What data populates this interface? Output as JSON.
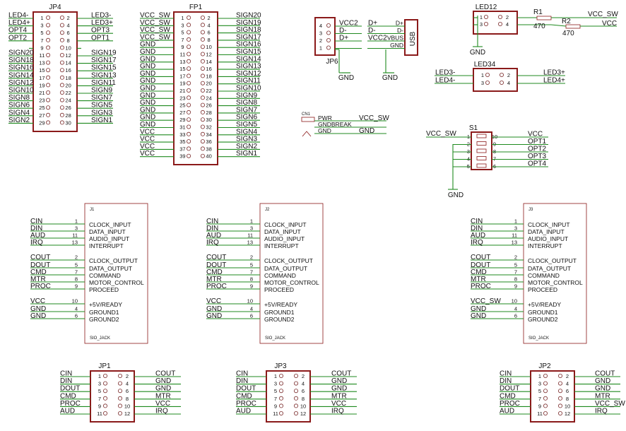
{
  "colors": {
    "wire": "#1f8a1f",
    "body": "#8b1a1a",
    "text": "#111111",
    "background": "#ffffff"
  },
  "jp4": {
    "title": "JP4",
    "left": [
      "LED4-",
      "LED4+",
      "OPT4",
      "OPT2",
      "",
      "SIGN20",
      "SIGN18",
      "SIGN16",
      "SIGN14",
      "SIGN12",
      "SIGN10",
      "SIGN8",
      "SIGN6",
      "SIGN4",
      "SIGN2"
    ],
    "right": [
      "LED3-",
      "LED3+",
      "OPT3",
      "OPT1",
      "",
      "SIGN19",
      "SIGN17",
      "SIGN15",
      "SIGN13",
      "SIGN11",
      "SIGN9",
      "SIGN7",
      "SIGN5",
      "SIGN3",
      "SIGN1"
    ],
    "pins_left": [
      "1",
      "3",
      "5",
      "7",
      "9",
      "11",
      "13",
      "15",
      "17",
      "19",
      "21",
      "23",
      "25",
      "27",
      "29"
    ],
    "pins_right": [
      "2",
      "4",
      "6",
      "8",
      "10",
      "12",
      "14",
      "16",
      "18",
      "20",
      "22",
      "24",
      "26",
      "28",
      "30"
    ]
  },
  "fp1": {
    "title": "FP1",
    "left": [
      "VCC_SW",
      "VCC_SW",
      "VCC_SW",
      "VCC_SW",
      "GND",
      "GND",
      "GND",
      "GND",
      "GND",
      "GND",
      "GND",
      "GND",
      "GND",
      "GND",
      "GND",
      "GND",
      "VCC",
      "VCC",
      "VCC",
      "VCC"
    ],
    "right": [
      "SIGN20",
      "SIGN19",
      "SIGN18",
      "SIGN17",
      "SIGN16",
      "SIGN15",
      "SIGN14",
      "SIGN13",
      "SIGN12",
      "SIGN11",
      "SIGN10",
      "SIGN9",
      "SIGN8",
      "SIGN7",
      "SIGN6",
      "SIGN5",
      "SIGN4",
      "SIGN3",
      "SIGN2",
      "SIGN1"
    ],
    "pins_left": [
      "1",
      "3",
      "5",
      "7",
      "9",
      "11",
      "13",
      "15",
      "17",
      "19",
      "21",
      "23",
      "25",
      "27",
      "29",
      "31",
      "33",
      "35",
      "37",
      "39"
    ],
    "pins_right": [
      "2",
      "4",
      "6",
      "8",
      "10",
      "12",
      "14",
      "16",
      "18",
      "20",
      "22",
      "24",
      "26",
      "28",
      "30",
      "32",
      "34",
      "36",
      "38",
      "40"
    ]
  },
  "jp6": {
    "title": "JP6",
    "pins": [
      "4",
      "3",
      "2",
      "1"
    ],
    "nets": [
      "VCC2",
      "D-",
      "D+",
      ""
    ],
    "gnd": "GND"
  },
  "usb": {
    "title": "USB",
    "pins": [
      "D+",
      "D-",
      "VBUS",
      "GND"
    ],
    "nets": [
      "D+",
      "D-",
      "VCC2",
      ""
    ],
    "gnd": "GND"
  },
  "cn1": {
    "title": "CN1",
    "pins": [
      "PWR",
      "GNDBREAK",
      "GND"
    ],
    "nets": [
      "VCC_SW",
      "",
      "GND"
    ]
  },
  "led12": {
    "title": "LED12",
    "pins": [
      "1",
      "2",
      "3",
      "4"
    ],
    "gnd": "GND",
    "r1": "R1",
    "r1v": "470",
    "r2": "R2",
    "r2v": "470",
    "net1": "VCC_SW",
    "net2": "VCC"
  },
  "led34": {
    "title": "LED34",
    "pins": [
      "1",
      "2",
      "3",
      "4"
    ],
    "left": [
      "LED3-",
      "LED4-"
    ],
    "right": [
      "LED3+",
      "LED4+"
    ]
  },
  "s1": {
    "title": "S1",
    "left_pins": [
      "1",
      "2",
      "3",
      "4",
      "5"
    ],
    "right_pins": [
      "10",
      "9",
      "8",
      "7",
      "6"
    ],
    "left_net": "VCC_SW",
    "right": [
      "VCC",
      "OPT1",
      "OPT2",
      "OPT3",
      "OPT4"
    ],
    "gnd": "GND"
  },
  "jacks": [
    {
      "title": "J1",
      "footer": "SIO_JACK",
      "nets": [
        "CIN",
        "DIN",
        "AUD",
        "IRQ",
        "COUT",
        "DOUT",
        "CMD",
        "MTR",
        "PROC",
        "VCC",
        "GND",
        "GND"
      ],
      "pins": [
        "1",
        "3",
        "11",
        "13",
        "2",
        "5",
        "7",
        "8",
        "9",
        "10",
        "4",
        "6"
      ],
      "funcs": [
        "CLOCK_INPUT",
        "DATA_INPUT",
        "AUDIO_INPUT",
        "INTERRUPT",
        "CLOCK_OUTPUT",
        "DATA_OUTPUT",
        "COMMAND",
        "MOTOR_CONTROL",
        "PROCEED",
        "+5V/READY",
        "GROUND1",
        "GROUND2"
      ]
    },
    {
      "title": "J2",
      "footer": "SIO_JACK",
      "nets": [
        "CIN",
        "DIN",
        "AUD",
        "IRQ",
        "COUT",
        "DOUT",
        "CMD",
        "MTR",
        "PROC",
        "VCC",
        "GND",
        "GND"
      ],
      "pins": [
        "1",
        "3",
        "11",
        "13",
        "2",
        "5",
        "7",
        "8",
        "9",
        "10",
        "4",
        "6"
      ],
      "funcs": [
        "CLOCK_INPUT",
        "DATA_INPUT",
        "AUDIO_INPUT",
        "INTERRUPT",
        "CLOCK_OUTPUT",
        "DATA_OUTPUT",
        "COMMAND",
        "MOTOR_CONTROL",
        "PROCEED",
        "+5V/READY",
        "GROUND1",
        "GROUND2"
      ]
    },
    {
      "title": "J3",
      "footer": "SIO_JACK",
      "nets": [
        "CIN",
        "DIN",
        "AUD",
        "IRQ",
        "COUT",
        "DOUT",
        "CMD",
        "MTR",
        "PROC",
        "VCC_SW",
        "GND",
        "GND"
      ],
      "pins": [
        "1",
        "3",
        "11",
        "13",
        "2",
        "5",
        "7",
        "8",
        "9",
        "10",
        "4",
        "6"
      ],
      "funcs": [
        "CLOCK_INPUT",
        "DATA_INPUT",
        "AUDIO_INPUT",
        "INTERRUPT",
        "CLOCK_OUTPUT",
        "DATA_OUTPUT",
        "COMMAND",
        "MOTOR_CONTROL",
        "PROCEED",
        "+5V/READY",
        "GROUND1",
        "GROUND2"
      ]
    }
  ],
  "jps": [
    {
      "title": "JP1",
      "left": [
        "CIN",
        "DIN",
        "DOUT",
        "CMD",
        "PROC",
        "AUD"
      ],
      "right": [
        "COUT",
        "GND",
        "GND",
        "MTR",
        "VCC",
        "IRQ"
      ],
      "pins_left": [
        "1",
        "3",
        "5",
        "7",
        "9",
        "11"
      ],
      "pins_right": [
        "2",
        "4",
        "6",
        "8",
        "10",
        "12"
      ]
    },
    {
      "title": "JP3",
      "left": [
        "CIN",
        "DIN",
        "DOUT",
        "CMD",
        "PROC",
        "AUD"
      ],
      "right": [
        "COUT",
        "GND",
        "GND",
        "MTR",
        "VCC",
        "IRQ"
      ],
      "pins_left": [
        "1",
        "3",
        "5",
        "7",
        "9",
        "11"
      ],
      "pins_right": [
        "2",
        "4",
        "6",
        "8",
        "10",
        "12"
      ]
    },
    {
      "title": "JP2",
      "left": [
        "CIN",
        "DIN",
        "DOUT",
        "CMD",
        "PROC",
        "AUD"
      ],
      "right": [
        "COUT",
        "GND",
        "GND",
        "MTR",
        "VCC_SW",
        "IRQ"
      ],
      "pins_left": [
        "1",
        "3",
        "5",
        "7",
        "9",
        "11"
      ],
      "pins_right": [
        "2",
        "4",
        "6",
        "8",
        "10",
        "12"
      ]
    }
  ]
}
